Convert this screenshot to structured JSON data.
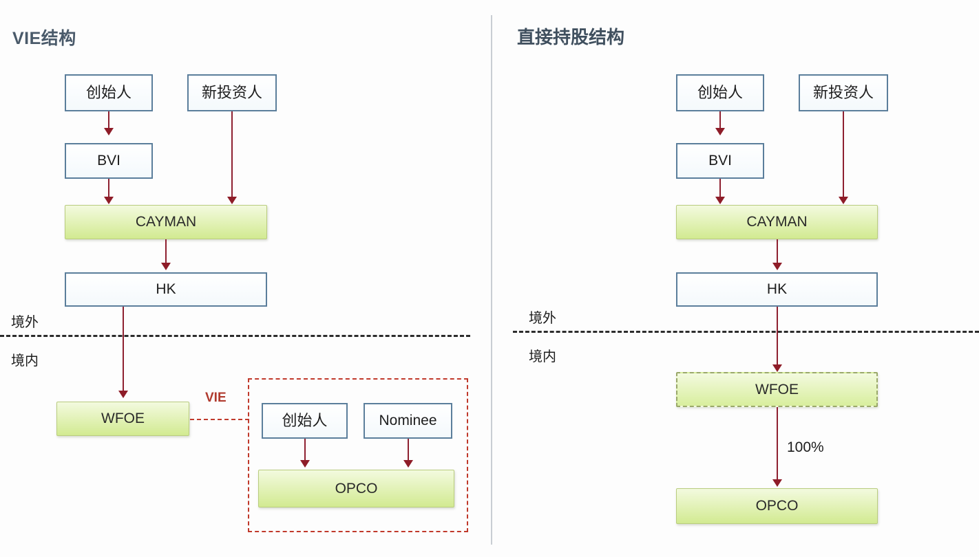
{
  "diagram": {
    "background_color": "#fdfdfd",
    "accent_colors": {
      "box_border_blue": "#5b7e9b",
      "box_fill_green": "#d2ea91",
      "arrow_red": "#8e2030",
      "vie_dashed_red": "#c0392b",
      "title_color": "#4a5a6a"
    }
  },
  "panels": {
    "left": {
      "title": "VIE结构",
      "border_labels": {
        "offshore": "境外",
        "onshore": "境内"
      },
      "nodes": {
        "founder_top": "创始人",
        "new_investor": "新投资人",
        "bvi": "BVI",
        "cayman": "CAYMAN",
        "hk": "HK",
        "wfoe": "WFOE",
        "founder_inner": "创始人",
        "nominee": "Nominee",
        "opco": "OPCO"
      },
      "vie_link_label": "VIE"
    },
    "right": {
      "title": "直接持股结构",
      "border_labels": {
        "offshore": "境外",
        "onshore": "境内"
      },
      "nodes": {
        "founder_top": "创始人",
        "new_investor": "新投资人",
        "bvi": "BVI",
        "cayman": "CAYMAN",
        "hk": "HK",
        "wfoe": "WFOE",
        "opco": "OPCO"
      },
      "ownership_label": "100%"
    }
  }
}
